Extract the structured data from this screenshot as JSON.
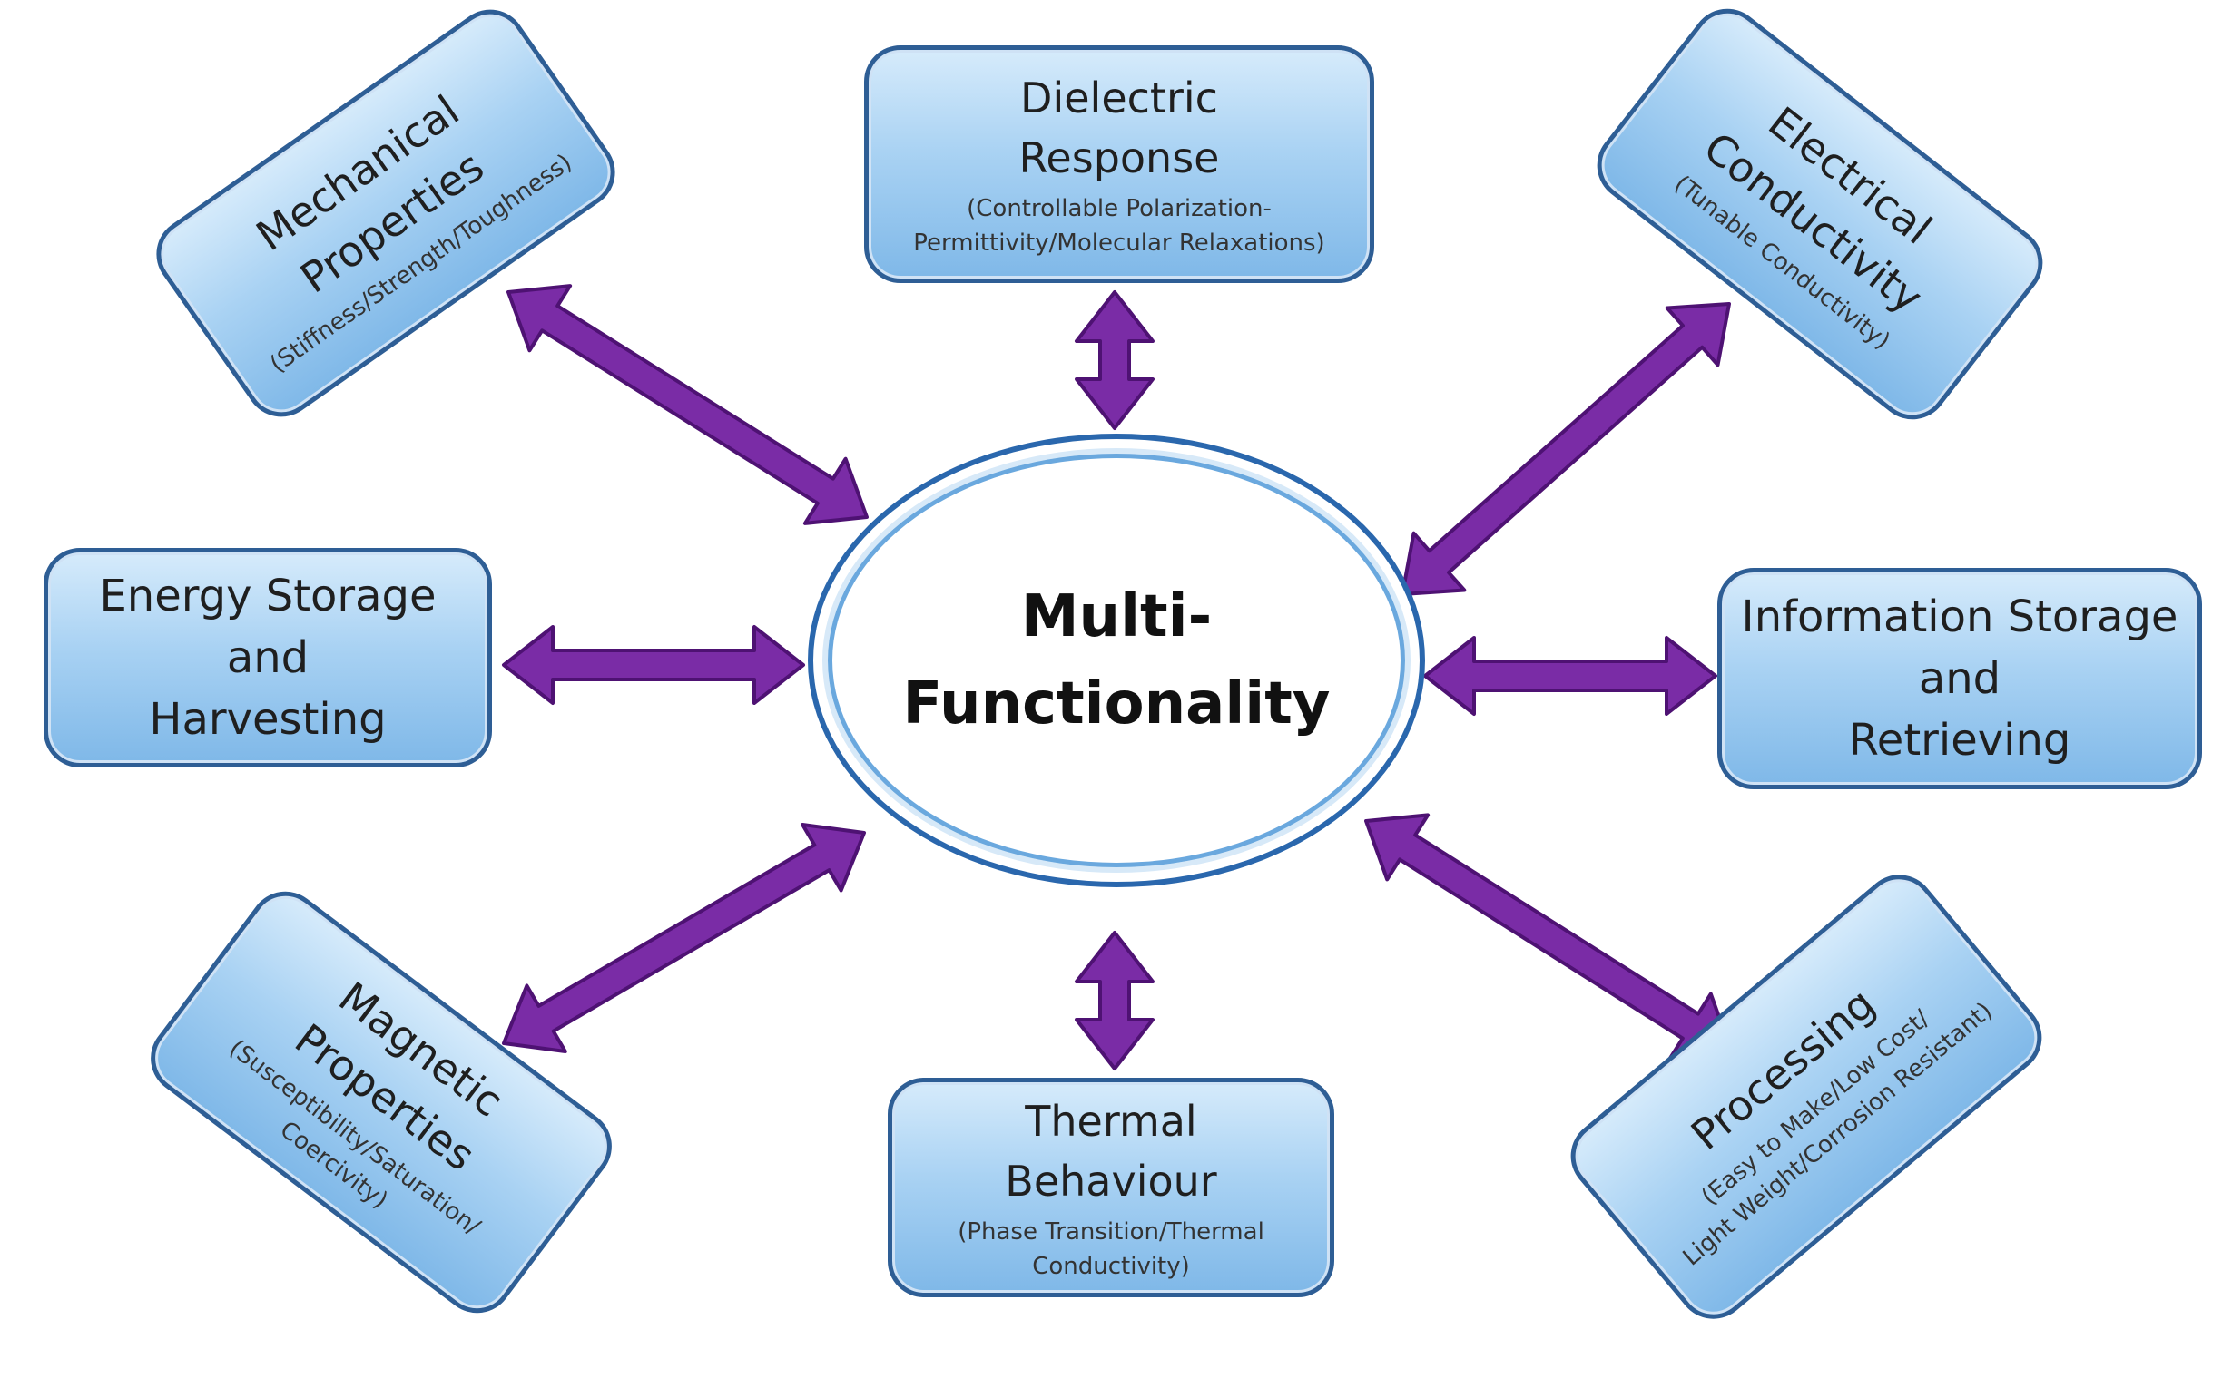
{
  "center": {
    "line1": "Multi-",
    "line2": "Functionality"
  },
  "nodes": {
    "mechanical": {
      "title1": "Mechanical",
      "title2": "Properties",
      "sub": "(Stiffness/Strength/Toughness)"
    },
    "dielectric": {
      "title1": "Dielectric",
      "title2": "Response",
      "sub1": "(Controllable Polarization-",
      "sub2": "Permittivity/Molecular Relaxations)"
    },
    "electrical": {
      "title1": "Electrical",
      "title2": "Conductivity",
      "sub": "(Tunable Conductivity)"
    },
    "energy": {
      "line1": "Energy Storage",
      "line2": "and",
      "line3": "Harvesting"
    },
    "information": {
      "line1": "Information Storage",
      "line2": "and",
      "line3": "Retrieving"
    },
    "magnetic": {
      "title1": "Magnetic",
      "title2": "Properties",
      "sub1": "(Susceptibility/Saturation/",
      "sub2": "Coercivity)"
    },
    "thermal": {
      "title1": "Thermal",
      "title2": "Behaviour",
      "sub1": "(Phase Transition/Thermal",
      "sub2": "Conductivity)"
    },
    "processing": {
      "title1": "Processing",
      "sub1": "(Easy to Make/Low Cost/",
      "sub2": "Light Weight/Corrosion Resistant)"
    }
  },
  "colors": {
    "arrow_fill": "#7a2ca6",
    "arrow_stroke": "#4e1273",
    "box_border": "#2e5e95",
    "ellipse_border": "#2a67ad"
  }
}
